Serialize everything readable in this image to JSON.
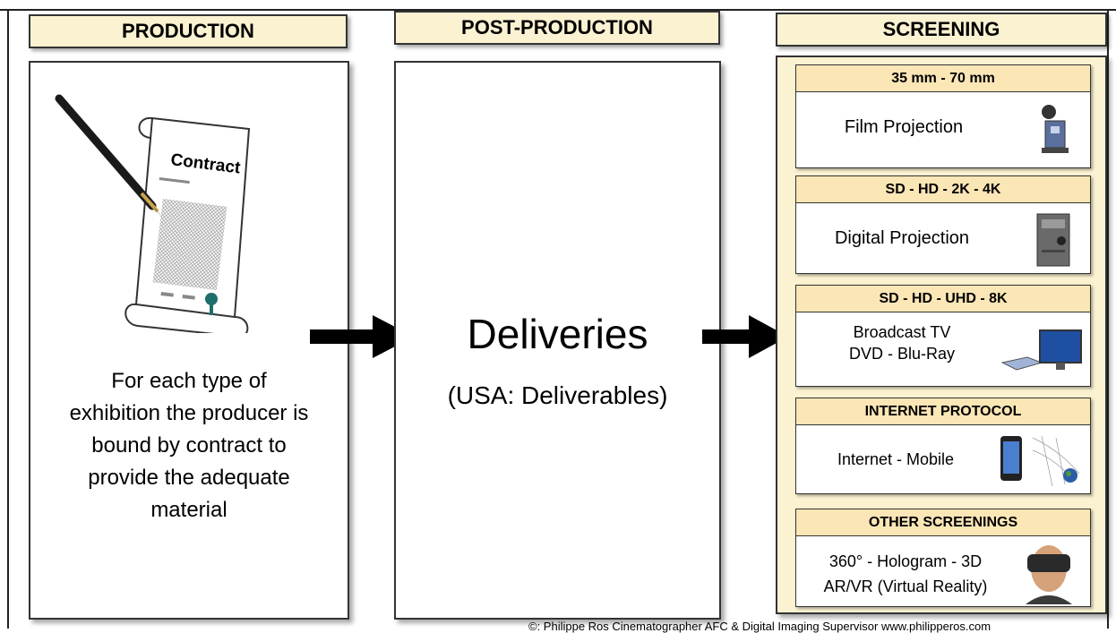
{
  "production": {
    "header": "PRODUCTION",
    "contract_label": "Contract",
    "text_lines": [
      "For each type of",
      "exhibition the producer is",
      "bound by contract to",
      "provide the adequate",
      "material"
    ]
  },
  "post_production": {
    "header": "POST-PRODUCTION",
    "title": "Deliveries",
    "subtitle": "(USA: Deliverables)"
  },
  "screening": {
    "header": "SCREENING",
    "cards": [
      {
        "head": "35 mm - 70 mm",
        "lines": [
          "Film Projection"
        ],
        "icon": "film-projector-icon"
      },
      {
        "head": "SD - HD - 2K - 4K",
        "lines": [
          "Digital Projection"
        ],
        "icon": "digital-projector-icon"
      },
      {
        "head": "SD - HD - UHD - 8K",
        "lines": [
          "Broadcast  TV",
          "DVD - Blu-Ray"
        ],
        "icon": "tv-dvd-icon"
      },
      {
        "head": "INTERNET PROTOCOL",
        "lines": [
          "Internet - Mobile"
        ],
        "icon": "phone-globe-icon"
      },
      {
        "head": "OTHER SCREENINGS",
        "lines": [
          "360° - Hologram - 3D",
          "AR/VR (Virtual Reality)"
        ],
        "icon": "vr-headset-icon"
      }
    ]
  },
  "credit": "©: Philippe Ros Cinematographer AFC & Digital Imaging Supervisor       www.philipperos.com",
  "colors": {
    "header_fill": "#fbf2d2",
    "card_head_fill": "#fbe6b6",
    "border": "#333333"
  }
}
